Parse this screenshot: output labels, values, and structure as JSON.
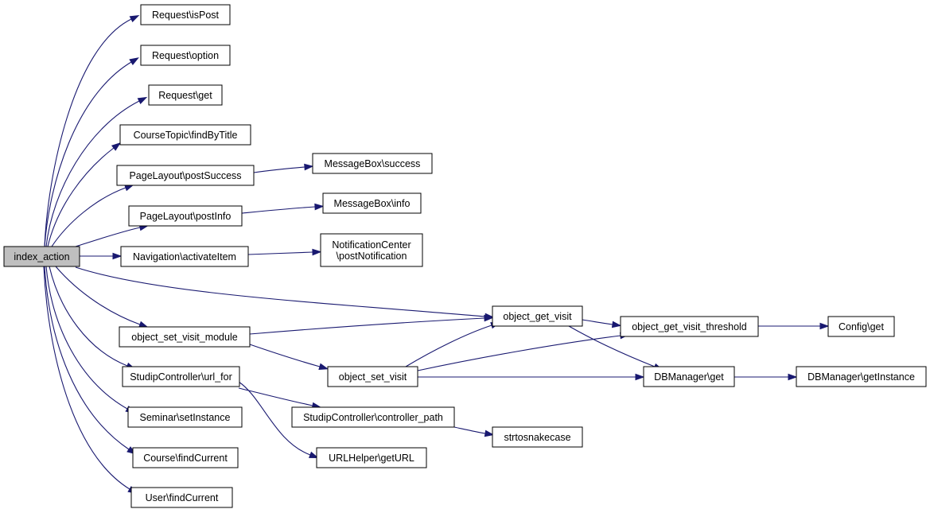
{
  "graph": {
    "nodes": [
      {
        "id": "index_action",
        "lines": [
          "index_action"
        ],
        "root": true
      },
      {
        "id": "isPost",
        "lines": [
          "Request\\isPost"
        ]
      },
      {
        "id": "option",
        "lines": [
          "Request\\option"
        ]
      },
      {
        "id": "get",
        "lines": [
          "Request\\get"
        ]
      },
      {
        "id": "findByTitle",
        "lines": [
          "CourseTopic\\findByTitle"
        ]
      },
      {
        "id": "postSuccess",
        "lines": [
          "PageLayout\\postSuccess"
        ]
      },
      {
        "id": "mbSuccess",
        "lines": [
          "MessageBox\\success"
        ]
      },
      {
        "id": "postInfo",
        "lines": [
          "PageLayout\\postInfo"
        ]
      },
      {
        "id": "mbInfo",
        "lines": [
          "MessageBox\\info"
        ]
      },
      {
        "id": "activateItem",
        "lines": [
          "Navigation\\activateItem"
        ]
      },
      {
        "id": "postNotification",
        "lines": [
          "NotificationCenter",
          "\\postNotification"
        ]
      },
      {
        "id": "object_get_visit",
        "lines": [
          "object_get_visit"
        ]
      },
      {
        "id": "object_get_visit_threshold",
        "lines": [
          "object_get_visit_threshold"
        ]
      },
      {
        "id": "configGet",
        "lines": [
          "Config\\get"
        ]
      },
      {
        "id": "object_set_visit_module",
        "lines": [
          "object_set_visit_module"
        ]
      },
      {
        "id": "object_set_visit",
        "lines": [
          "object_set_visit"
        ]
      },
      {
        "id": "dbGet",
        "lines": [
          "DBManager\\get"
        ]
      },
      {
        "id": "dbGetInstance",
        "lines": [
          "DBManager\\getInstance"
        ]
      },
      {
        "id": "url_for",
        "lines": [
          "StudipController\\url_for"
        ]
      },
      {
        "id": "controller_path",
        "lines": [
          "StudipController\\controller_path"
        ]
      },
      {
        "id": "strtosnakecase",
        "lines": [
          "strtosnakecase"
        ]
      },
      {
        "id": "setInstance",
        "lines": [
          "Seminar\\setInstance"
        ]
      },
      {
        "id": "getURL",
        "lines": [
          "URLHelper\\getURL"
        ]
      },
      {
        "id": "courseFindCurrent",
        "lines": [
          "Course\\findCurrent"
        ]
      },
      {
        "id": "userFindCurrent",
        "lines": [
          "User\\findCurrent"
        ]
      }
    ],
    "edges": [
      {
        "from": "index_action",
        "to": "isPost"
      },
      {
        "from": "index_action",
        "to": "option"
      },
      {
        "from": "index_action",
        "to": "get"
      },
      {
        "from": "index_action",
        "to": "findByTitle"
      },
      {
        "from": "index_action",
        "to": "postSuccess"
      },
      {
        "from": "index_action",
        "to": "postInfo"
      },
      {
        "from": "index_action",
        "to": "activateItem"
      },
      {
        "from": "index_action",
        "to": "object_get_visit"
      },
      {
        "from": "index_action",
        "to": "object_set_visit_module"
      },
      {
        "from": "index_action",
        "to": "url_for"
      },
      {
        "from": "index_action",
        "to": "setInstance"
      },
      {
        "from": "index_action",
        "to": "courseFindCurrent"
      },
      {
        "from": "index_action",
        "to": "userFindCurrent"
      },
      {
        "from": "postSuccess",
        "to": "mbSuccess"
      },
      {
        "from": "postInfo",
        "to": "mbInfo"
      },
      {
        "from": "activateItem",
        "to": "postNotification"
      },
      {
        "from": "object_set_visit_module",
        "to": "object_get_visit"
      },
      {
        "from": "object_set_visit_module",
        "to": "object_set_visit"
      },
      {
        "from": "object_get_visit",
        "to": "object_get_visit_threshold"
      },
      {
        "from": "object_get_visit",
        "to": "dbGet"
      },
      {
        "from": "object_set_visit",
        "to": "object_get_visit"
      },
      {
        "from": "object_set_visit",
        "to": "object_get_visit_threshold"
      },
      {
        "from": "object_set_visit",
        "to": "dbGet"
      },
      {
        "from": "object_get_visit_threshold",
        "to": "configGet"
      },
      {
        "from": "dbGet",
        "to": "dbGetInstance"
      },
      {
        "from": "url_for",
        "to": "controller_path"
      },
      {
        "from": "url_for",
        "to": "getURL"
      },
      {
        "from": "controller_path",
        "to": "strtosnakecase"
      }
    ]
  }
}
